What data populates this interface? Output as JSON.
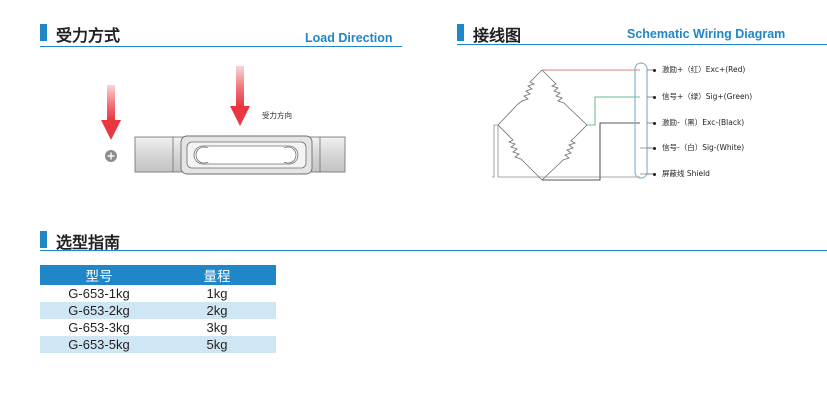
{
  "load_section": {
    "title": "受力方式",
    "title_en": "Load Direction",
    "force_label": "受力方向"
  },
  "wiring_section": {
    "title": "接线图",
    "title_en": "Schematic Wiring Diagram",
    "wires": [
      {
        "label": "激励+（红）Exc+(Red)",
        "color": "#d9534f"
      },
      {
        "label": "信号+（绿）Sig+(Green)",
        "color": "#3aa86b"
      },
      {
        "label": "激励-（黑）Exc-(Black)",
        "color": "#231f20"
      },
      {
        "label": "信号-（白）Sig-(White)",
        "color": "#8a8a8a"
      },
      {
        "label": "屏蔽线 Shield",
        "color": "#8a8a8a"
      }
    ]
  },
  "selection_section": {
    "title": "选型指南",
    "table": {
      "headers": [
        "型号",
        "量程"
      ],
      "rows": [
        [
          "G-653-1kg",
          "1kg"
        ],
        [
          "G-653-2kg",
          "2kg"
        ],
        [
          "G-653-3kg",
          "3kg"
        ],
        [
          "G-653-5kg",
          "5kg"
        ]
      ]
    }
  },
  "colors": {
    "accent": "#1f86c8",
    "row_alt": "#cfe7f4",
    "arrow": "#e8373f"
  }
}
